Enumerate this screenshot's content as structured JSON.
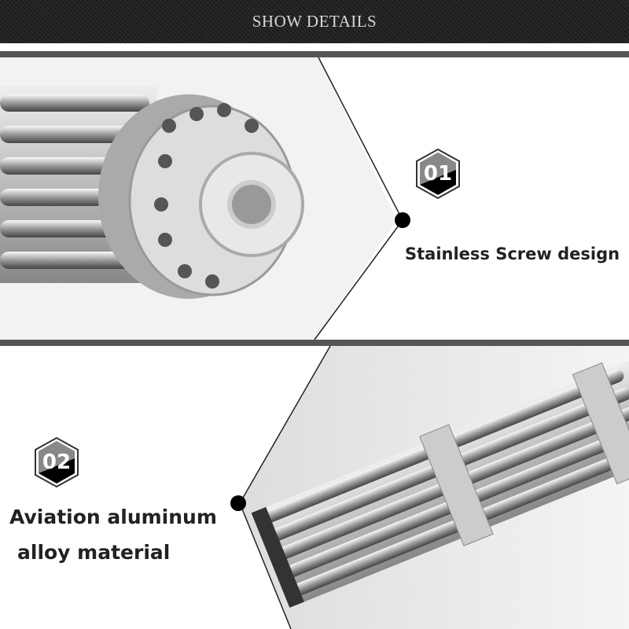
{
  "header": {
    "title": "SHOW DETAILS"
  },
  "features": [
    {
      "number": "01",
      "caption": "Stainless Screw design"
    },
    {
      "number": "02",
      "caption_line1": "Aviation aluminum",
      "caption_line2": "alloy material"
    }
  ]
}
